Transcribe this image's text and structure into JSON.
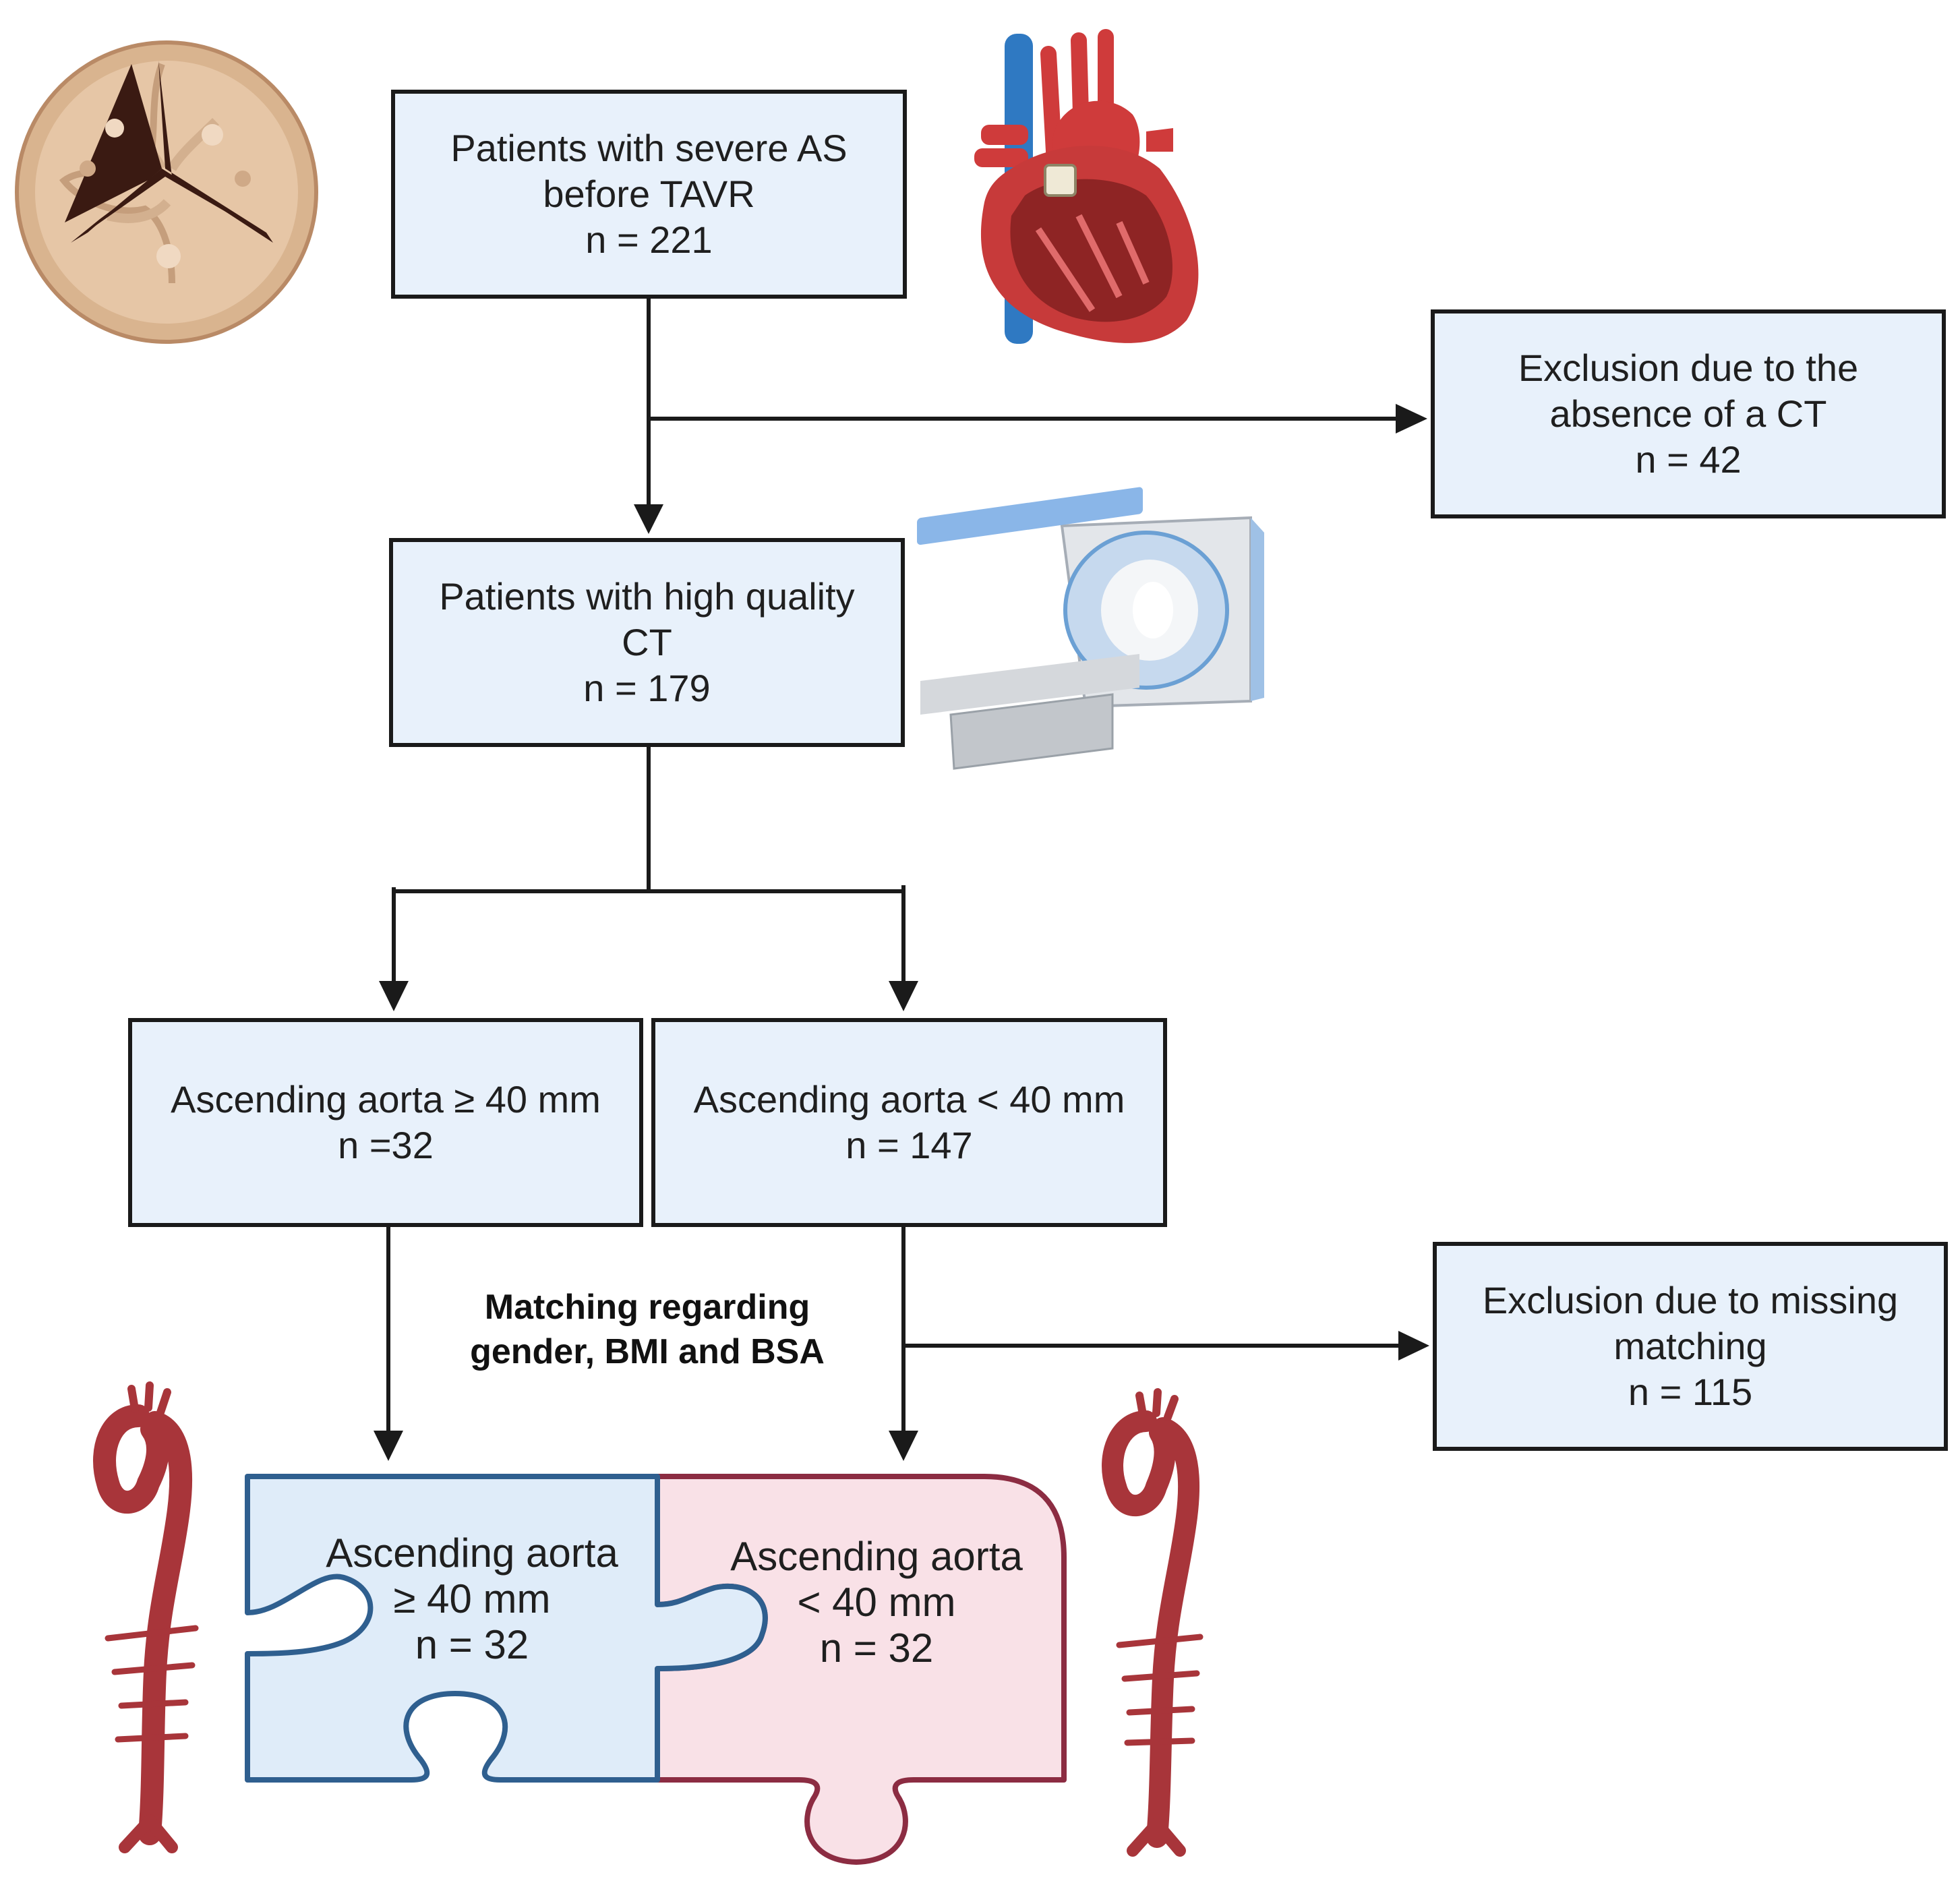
{
  "boxes": {
    "severe_as": {
      "line1": "Patients with severe AS",
      "line2": "before TAVR",
      "line3": "n = 221"
    },
    "excluded_ct": {
      "line1": "Exclusion due to the",
      "line2": "absence of a CT",
      "line3": "n = 42"
    },
    "high_quality_ct": {
      "line1": "Patients with high quality",
      "line2": "CT",
      "line3": "n = 179"
    },
    "aorta_ge40": {
      "line1": "Ascending aorta ≥ 40 mm",
      "line2": "n =32"
    },
    "aorta_lt40": {
      "line1": "Ascending aorta < 40 mm",
      "line2": "n = 147"
    },
    "excluded_matching": {
      "line1": "Exclusion due to missing",
      "line2": "matching",
      "line3": "n = 115"
    }
  },
  "matching_note": {
    "line1": "Matching regarding",
    "line2": "gender, BMI and BSA"
  },
  "puzzle": {
    "left": {
      "line1": "Ascending aorta",
      "line2": "≥ 40 mm",
      "line3": "n = 32"
    },
    "right": {
      "line1": "Ascending aorta",
      "line2": "< 40 mm",
      "line3": "n = 32"
    }
  },
  "colors": {
    "box_fill": "#e8f1fb",
    "puzzle_left_fill": "#dfecf9",
    "puzzle_left_stroke": "#2f5f8f",
    "puzzle_right_fill": "#f9e1e7",
    "puzzle_right_stroke": "#8c2c42",
    "aorta": "#a8353a"
  },
  "icons": [
    "aortic-valve-icon",
    "heart-icon",
    "ct-scanner-icon",
    "aorta-icon"
  ]
}
